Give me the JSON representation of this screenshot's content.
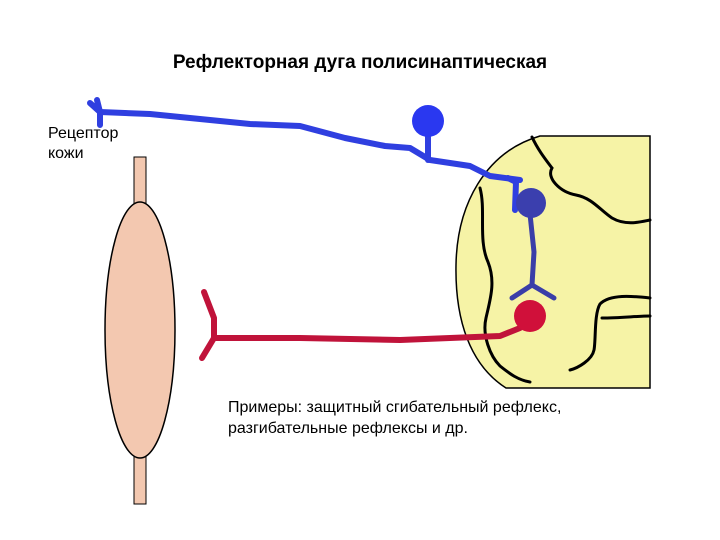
{
  "title": "Рефлекторная дуга полисинаптическая",
  "receptor_label": [
    "Рецептор",
    "кожи"
  ],
  "examples": [
    "Примеры: защитный сгибательный рефлекс,",
    "разгибательные рефлексы и др."
  ],
  "colors": {
    "spinal_cord_fill": "#f6f3a6",
    "spinal_cord_stroke": "#000000",
    "muscle_fill": "#f3c8b0",
    "muscle_stroke": "#000000",
    "sensory_neuron": "#2f3fe0",
    "sensory_soma": "#2a38f0",
    "interneuron": "#3a3ea8",
    "interneuron_soma": "#3b3fae",
    "motor_neuron": "#c0133a",
    "motor_soma": "#d0103a"
  }
}
